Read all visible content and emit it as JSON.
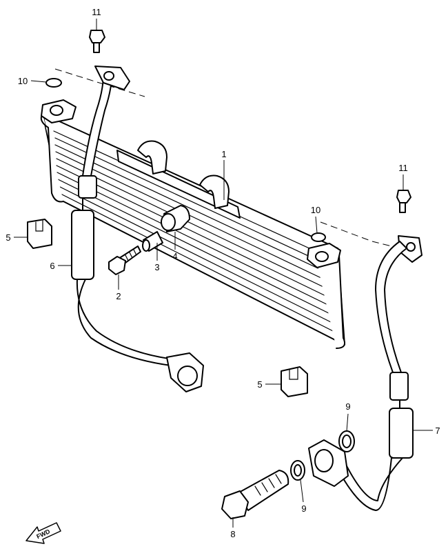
{
  "callouts": [
    "1",
    "2",
    "3",
    "4",
    "5",
    "5",
    "6",
    "7",
    "8",
    "9",
    "9",
    "10",
    "10",
    "11",
    "11"
  ],
  "fwd_label": "FWD"
}
